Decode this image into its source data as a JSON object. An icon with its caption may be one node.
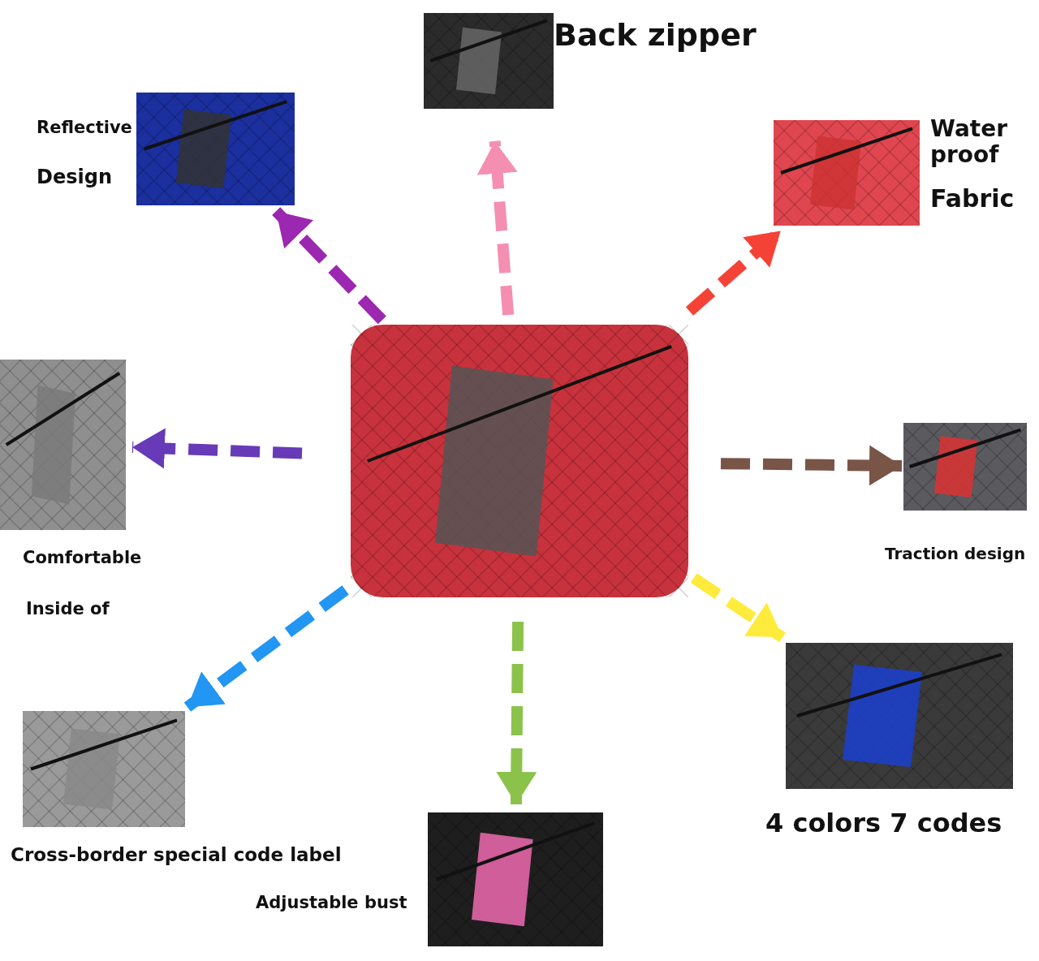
{
  "diagram": {
    "nodes": [
      {
        "text": [],
        "shape": "picture"
      },
      {
        "text": [
          "Back zipper"
        ]
      },
      {
        "text": [
          "Reflective",
          "Design"
        ]
      },
      {
        "text": [
          "Water proof",
          "Fabric"
        ]
      },
      {
        "text": [
          "Comfortable",
          "Inside of"
        ]
      },
      {
        "text": [
          "Traction design"
        ]
      },
      {
        "text": [
          "Cross-border special code label"
        ]
      },
      {
        "text": [
          "Adjustable bust"
        ]
      },
      {
        "text": [
          "4 colors 7 codes"
        ]
      }
    ],
    "edges": [
      {
        "from": 0,
        "to": 1,
        "arrow": "to",
        "style": "dashed",
        "color": "#f48fb1"
      },
      {
        "from": 0,
        "to": 2,
        "arrow": "to",
        "style": "dashed",
        "color": "#9c27b0"
      },
      {
        "from": 0,
        "to": 3,
        "arrow": "to",
        "style": "dashed",
        "color": "#f44336"
      },
      {
        "from": 0,
        "to": 4,
        "arrow": "to",
        "style": "dashed",
        "color": "#673ab7"
      },
      {
        "from": 0,
        "to": 5,
        "arrow": "to",
        "style": "dashed",
        "color": "#795548"
      },
      {
        "from": 0,
        "to": 6,
        "arrow": "to",
        "style": "dashed",
        "color": "#2196f3"
      },
      {
        "from": 0,
        "to": 7,
        "arrow": "to",
        "style": "dashed",
        "color": "#8bc34a"
      },
      {
        "from": 0,
        "to": 8,
        "arrow": "to",
        "style": "dashed",
        "color": "#ffeb3b"
      }
    ]
  }
}
